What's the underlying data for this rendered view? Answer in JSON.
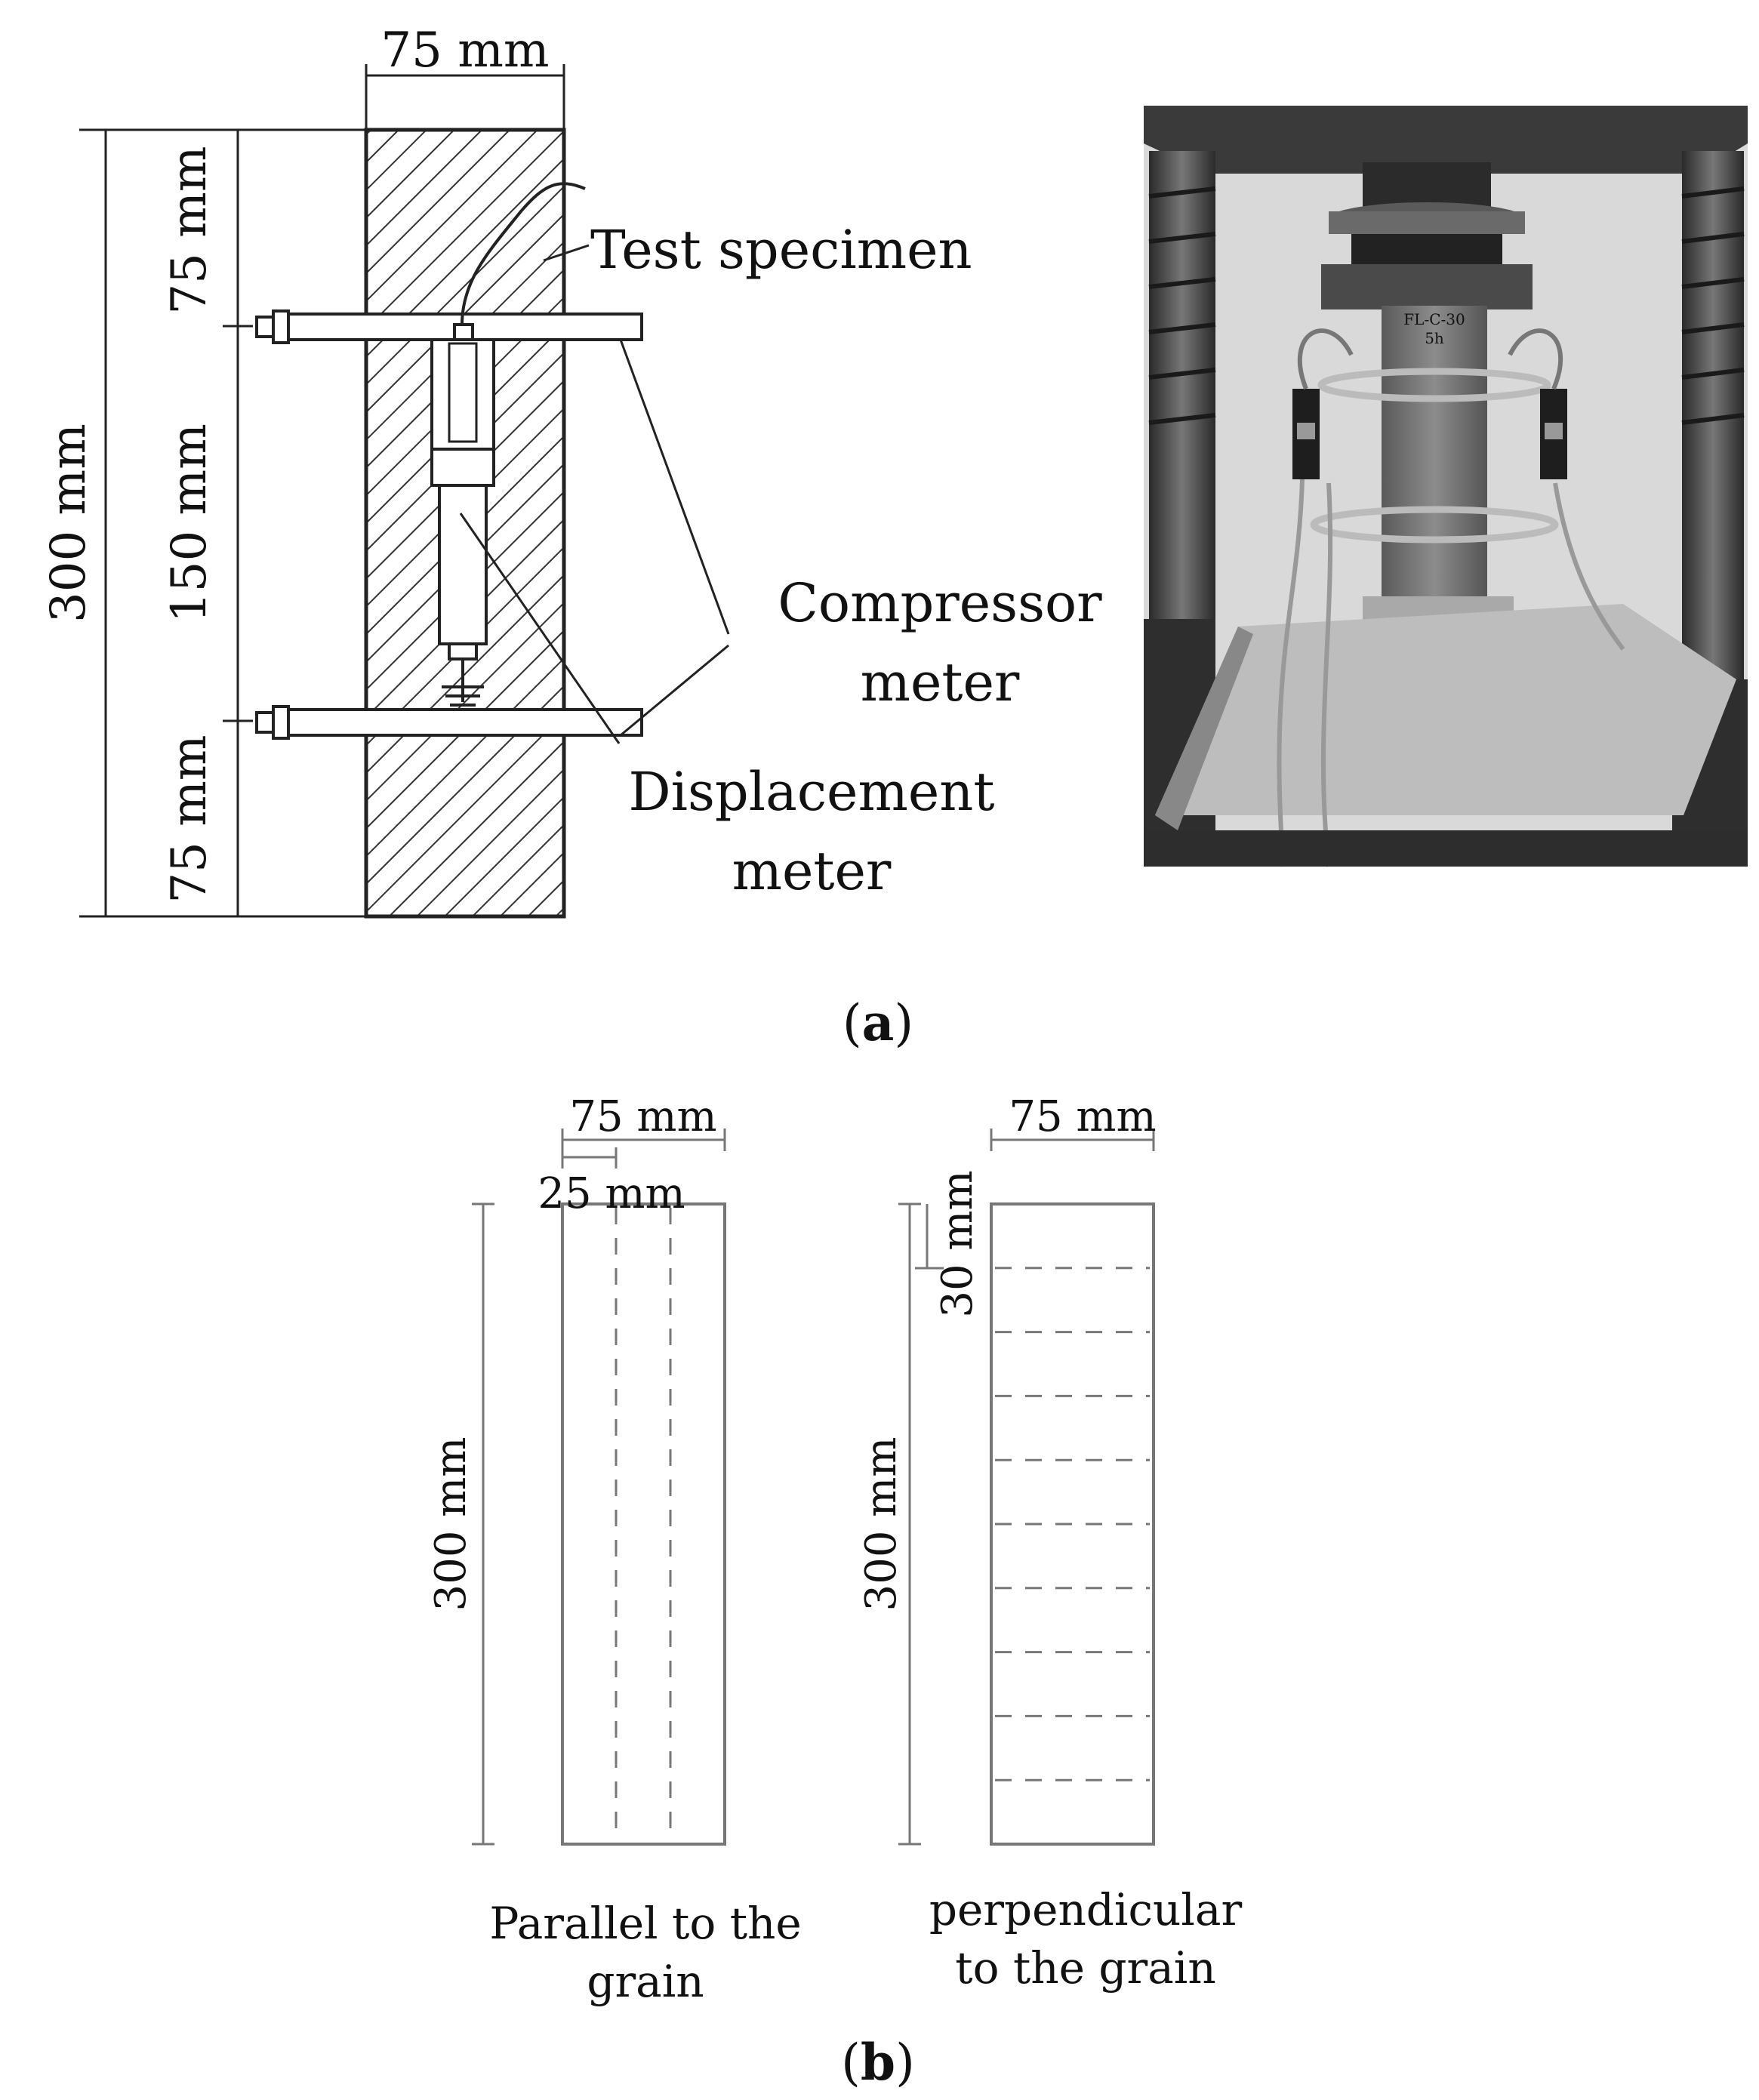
{
  "panel_a": {
    "dims": {
      "width_top": "75 mm",
      "total_height": "300 mm",
      "seg_top": "75 mm",
      "seg_mid": "150 mm",
      "seg_bottom": "75 mm"
    },
    "labels": {
      "test_specimen": "Test specimen",
      "compressor_line1": "Compressor",
      "compressor_line2": "meter",
      "displacement_line1": "Displacement",
      "displacement_line2": "meter"
    },
    "photo": {
      "tags": [
        "FL-C-30",
        "5h"
      ]
    },
    "caption_open": "(",
    "caption_letter": "a",
    "caption_close": ")"
  },
  "panel_b": {
    "parallel": {
      "width": "75 mm",
      "spacing": "25 mm",
      "height": "300 mm",
      "label_line1": "Parallel to the",
      "label_line2": "grain"
    },
    "perpendicular": {
      "width": "75 mm",
      "spacing": "30 mm",
      "height": "300 mm",
      "label_line1": "perpendicular",
      "label_line2": "to the grain"
    },
    "caption_open": "(",
    "caption_letter": "b",
    "caption_close": ")"
  }
}
